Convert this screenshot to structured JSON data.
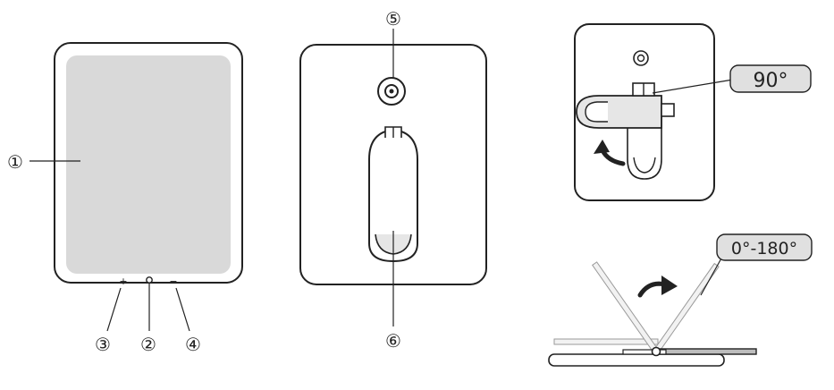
{
  "callouts": {
    "display": "①",
    "power_button": "②",
    "plus_button": "③",
    "minus_button": "④",
    "center_hub": "⑤",
    "kickstand": "⑥"
  },
  "buttons": {
    "plus_symbol": "+",
    "minus_symbol": "−"
  },
  "angles": {
    "kickstand_rotation": "90°",
    "tilt_range": "0°-180°"
  },
  "colors": {
    "outline": "#222222",
    "screen": "#d9d9d9",
    "stand_fill": "#e6e6e6",
    "pill_fill": "#e0e0e0"
  }
}
